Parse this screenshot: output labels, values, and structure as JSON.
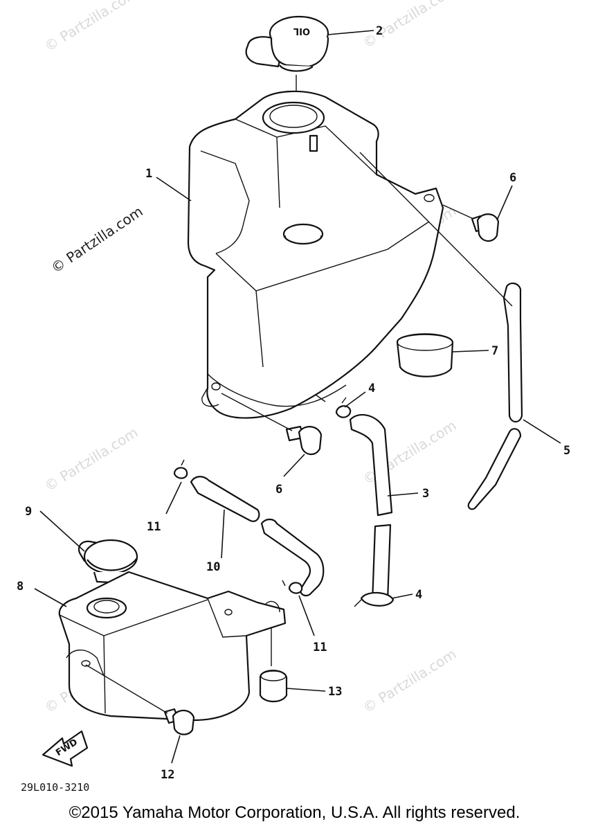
{
  "watermark": "© Partzilla.com",
  "diagram_code": "29L010-3210",
  "fwd_label": "FWD",
  "cap_marking": "OIL",
  "callouts": {
    "c1": "1",
    "c2": "2",
    "c3": "3",
    "c4a": "4",
    "c4b": "4",
    "c5": "5",
    "c6a": "6",
    "c6b": "6",
    "c7": "7",
    "c8": "8",
    "c9": "9",
    "c10": "10",
    "c11a": "11",
    "c11b": "11",
    "c12": "12",
    "c13": "13"
  },
  "copyright": "©2015 Yamaha Motor Corporation, U.S.A. All rights reserved."
}
